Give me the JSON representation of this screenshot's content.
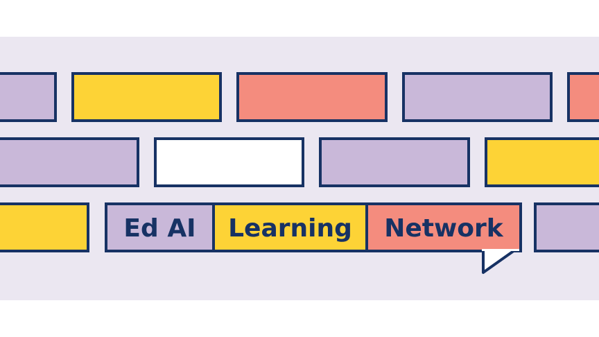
{
  "logo": {
    "word1": "Ed AI",
    "word2": "Learning",
    "word3": "Network"
  },
  "colors": {
    "background": "#ebe7f1",
    "outline": "#173264",
    "lavender": "#c9b8d9",
    "yellow": "#fdd336",
    "coral": "#f48c7e",
    "white": "#ffffff"
  },
  "bricks": [
    {
      "row": 1,
      "color": "lavender"
    },
    {
      "row": 1,
      "color": "yellow"
    },
    {
      "row": 1,
      "color": "coral"
    },
    {
      "row": 1,
      "color": "lavender"
    },
    {
      "row": 1,
      "color": "coral"
    },
    {
      "row": 2,
      "color": "lavender"
    },
    {
      "row": 2,
      "color": "white"
    },
    {
      "row": 2,
      "color": "lavender"
    },
    {
      "row": 2,
      "color": "yellow"
    },
    {
      "row": 3,
      "color": "yellow"
    },
    {
      "row": 3,
      "color": "lavender"
    }
  ]
}
